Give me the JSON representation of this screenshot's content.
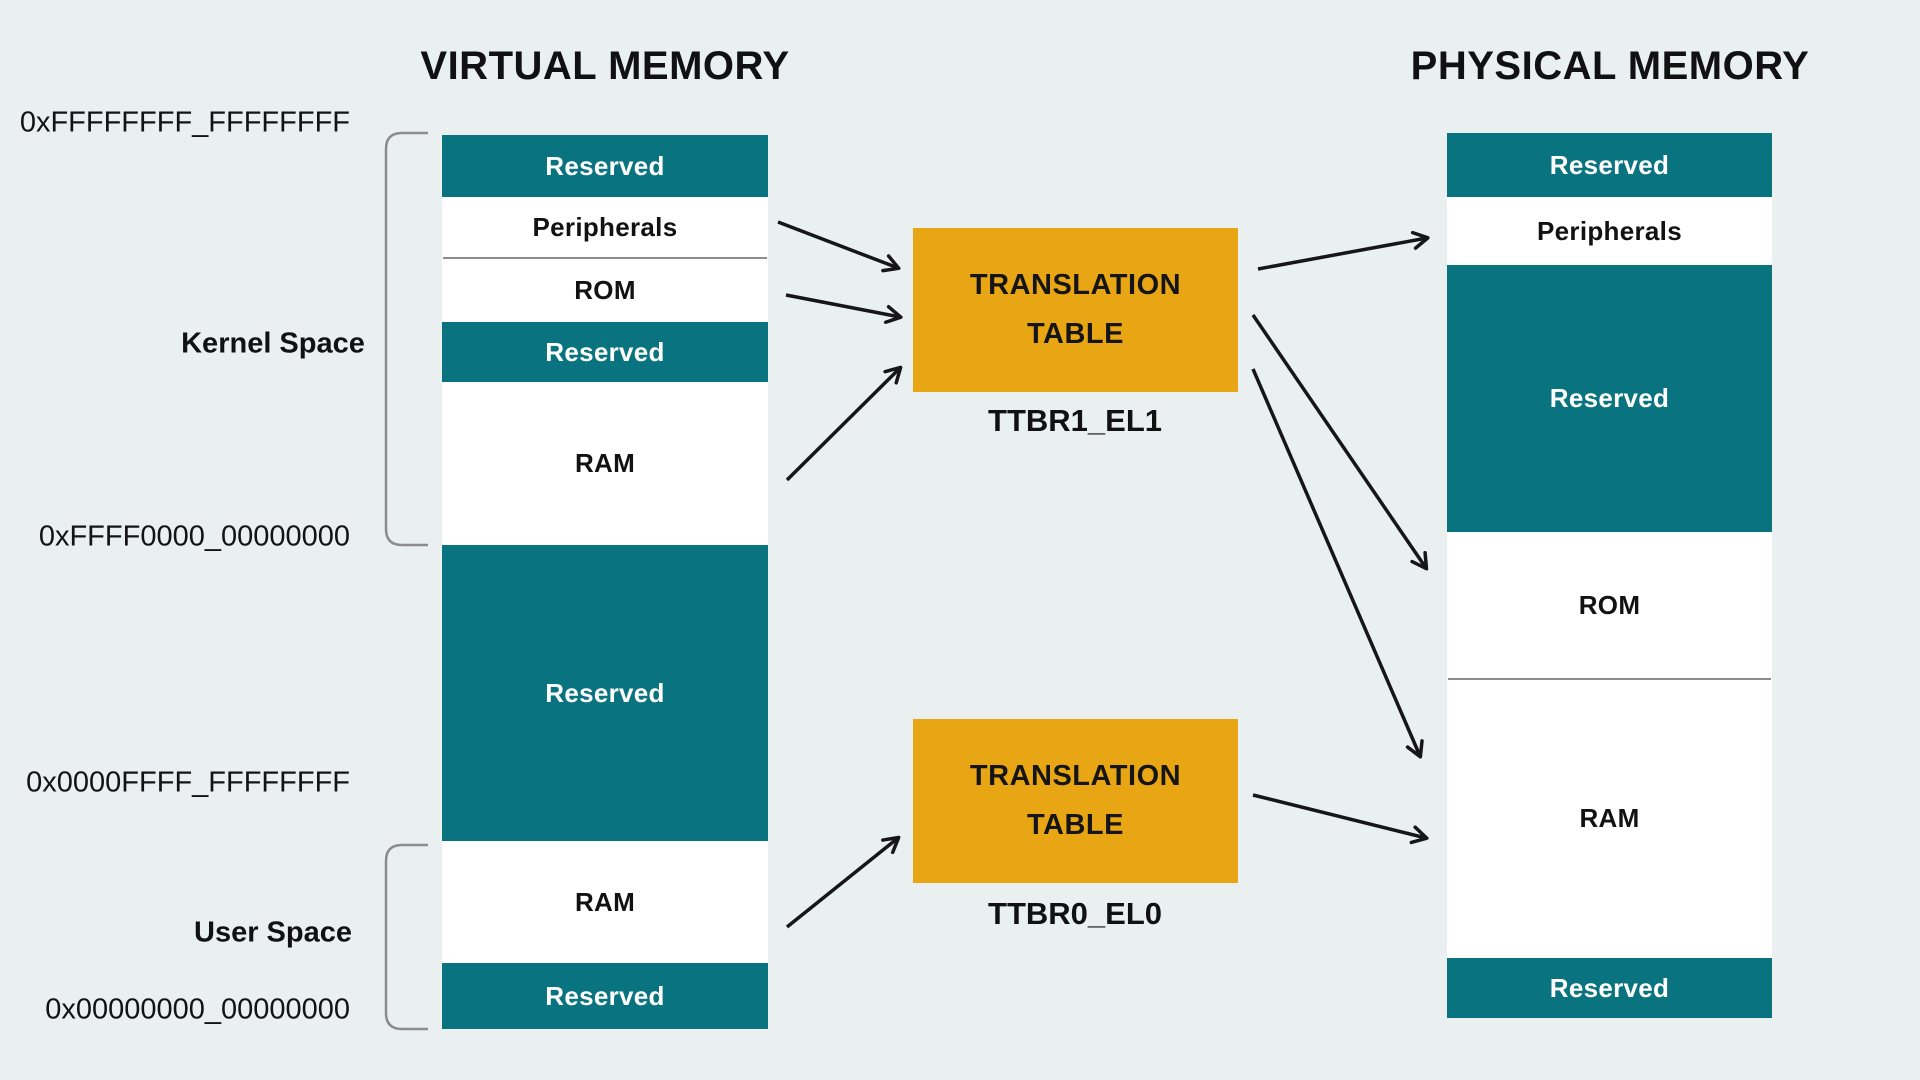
{
  "colors": {
    "teal": "#0A7380",
    "orange": "#E9A614",
    "bg": "#EAF0EF",
    "ink": "#161616",
    "line-gray": "#8C8C8C",
    "segment-white": "#FFFFFF"
  },
  "virtual": {
    "title": "VIRTUAL MEMORY",
    "segments": [
      {
        "label": "Reserved",
        "type": "teal"
      },
      {
        "label": "Peripherals",
        "type": "white"
      },
      {
        "label": "ROM",
        "type": "white"
      },
      {
        "label": "Reserved",
        "type": "teal"
      },
      {
        "label": "RAM",
        "type": "white"
      },
      {
        "label": "Reserved",
        "type": "teal"
      },
      {
        "label": "RAM",
        "type": "white"
      },
      {
        "label": "Reserved",
        "type": "teal"
      }
    ],
    "addresses": {
      "top": "0xFFFFFFFF_FFFFFFFF",
      "kernel_bottom": "0xFFFF0000_00000000",
      "user_top": "0x0000FFFF_FFFFFFFF",
      "bottom": "0x00000000_00000000"
    },
    "regions": {
      "kernel": "Kernel Space",
      "user": "User Space"
    }
  },
  "physical": {
    "title": "PHYSICAL MEMORY",
    "segments": [
      {
        "label": "Reserved",
        "type": "teal"
      },
      {
        "label": "Peripherals",
        "type": "white"
      },
      {
        "label": "Reserved",
        "type": "teal"
      },
      {
        "label": "ROM",
        "type": "white"
      },
      {
        "label": "RAM",
        "type": "white"
      },
      {
        "label": "Reserved",
        "type": "teal"
      }
    ]
  },
  "translation_tables": {
    "tt1": {
      "line1": "TRANSLATION",
      "line2": "TABLE",
      "register": "TTBR1_EL1"
    },
    "tt0": {
      "line1": "TRANSLATION",
      "line2": "TABLE",
      "register": "TTBR0_EL0"
    }
  }
}
